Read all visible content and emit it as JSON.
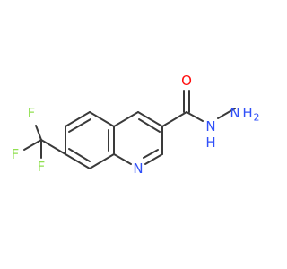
{
  "colors": {
    "bond": "#3a3a3a",
    "carbon_bond": "#3a3a3a",
    "nitrogen": "#3050f8",
    "oxygen": "#ff0d0d",
    "fluorine": "#90e050",
    "background": "#ffffff"
  },
  "atoms": {
    "n_ring": "N",
    "o_carbonyl": "O",
    "n_amide": "N",
    "h_amide": "H",
    "n_terminal": "N",
    "h2_terminal": "H",
    "h2_sub": "2",
    "f_top": "F",
    "f_left": "F",
    "f_bottom": "F"
  }
}
